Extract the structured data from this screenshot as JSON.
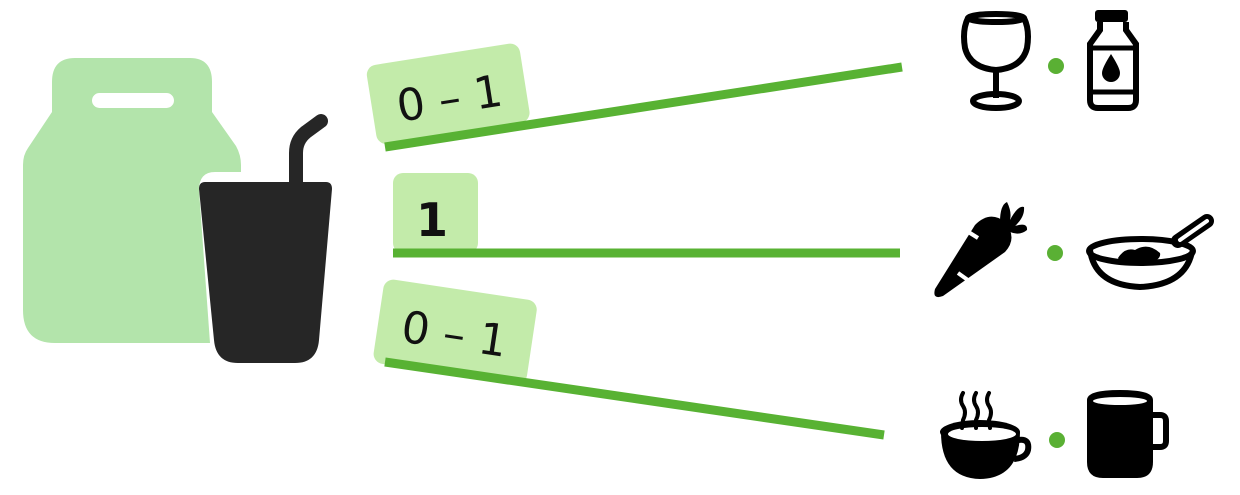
{
  "source": {
    "items": [
      "carton",
      "cup-with-straw"
    ]
  },
  "connections": [
    {
      "cardinality": "0 – 1",
      "targets": [
        "wine-glass",
        "bottle"
      ]
    },
    {
      "cardinality": "1",
      "targets": [
        "carrot",
        "frying-pan"
      ]
    },
    {
      "cardinality": "0 – 1",
      "targets": [
        "hot-cup",
        "mug"
      ]
    }
  ],
  "colors": {
    "carton": "#b3e4ab",
    "label_bg": "#c3ebaa",
    "line": "#58b233",
    "dot": "#5ab034",
    "icon": "#000000",
    "cup": "#262626"
  }
}
